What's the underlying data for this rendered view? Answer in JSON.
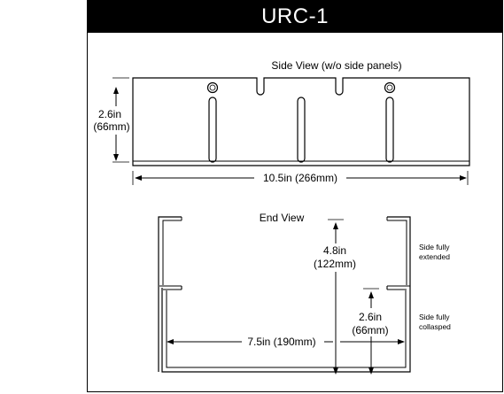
{
  "title": "URC-1",
  "side_view": {
    "label": "Side View (w/o side panels)",
    "height_in": "2.6in",
    "height_mm": "(66mm)",
    "width": "10.5in (266mm)"
  },
  "end_view": {
    "label": "End View",
    "extended_height_in": "4.8in",
    "extended_height_mm": "(122mm)",
    "collapsed_height_in": "2.6in",
    "collapsed_height_mm": "(66mm)",
    "width": "7.5in (190mm)",
    "note_extended_line1": "Side fully",
    "note_extended_line2": "extended",
    "note_collapsed_line1": "Side fully",
    "note_collapsed_line2": "collasped"
  }
}
